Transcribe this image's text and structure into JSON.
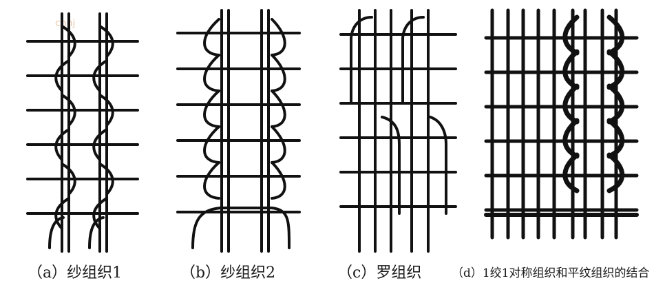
{
  "watermark": "chnj",
  "panels": [
    {
      "caption": "（a）纱组织1"
    },
    {
      "caption": "（b）纱组织2"
    },
    {
      "caption": "（c）罗组织"
    },
    {
      "caption": "（d）1绞1对称组织和平纹组织的结合"
    }
  ],
  "colors": {
    "ink": "#111111",
    "background": "#ffffff"
  }
}
